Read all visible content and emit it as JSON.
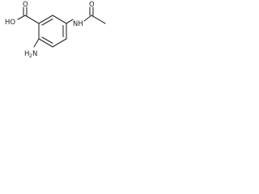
{
  "molecule": {
    "labels": {
      "acid_group": "HO",
      "acid_oxygen": "O",
      "amide_nh": "NH",
      "amide_oxygen": "O",
      "amino_n": "H",
      "amino_sub": "2",
      "amino_tail": "N"
    },
    "color": "#222222"
  }
}
